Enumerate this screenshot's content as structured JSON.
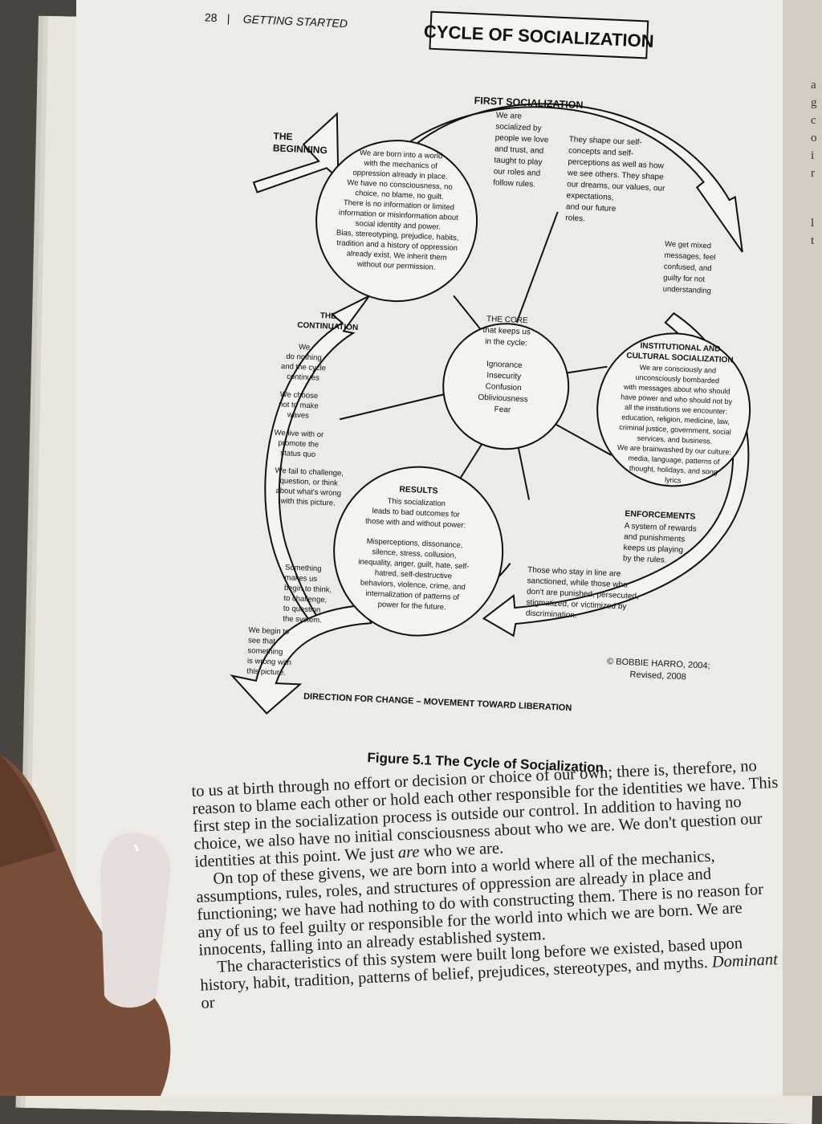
{
  "header": {
    "page_number": "28",
    "section": "GETTING STARTED"
  },
  "figure": {
    "title": "CYCLE OF SOCIALIZATION",
    "caption": "Figure 5.1 The Cycle of Socialization",
    "beginning": {
      "label": [
        "THE",
        "BEGINNING"
      ]
    },
    "beginning_circle": {
      "lines": [
        "We are born into a world",
        "with the mechanics of",
        "oppression already in place.",
        "We have no consciousness, no",
        "choice, no blame, no guilt.",
        "There is no information or limited",
        "information or misinformation about",
        "social identity and power.",
        "Bias, stereotyping, prejudice, habits,",
        "tradition and a history of oppression",
        "already exist. We inherit them",
        "without our permission."
      ]
    },
    "first_socialization": {
      "heading": "FIRST SOCIALIZATION",
      "col1": [
        "We are",
        "socialized by",
        "people we love",
        "and trust, and",
        "taught to play",
        "our roles and",
        "follow rules."
      ],
      "col2": [
        "They shape our self-",
        "concepts and self-",
        "perceptions as well as how",
        "we see others. They shape",
        "our dreams, our values, our",
        "expectations,",
        "and our future",
        "roles."
      ]
    },
    "messages": [
      "We get mixed",
      "messages, feel",
      "confused, and",
      "guilty for not",
      "understanding"
    ],
    "core": {
      "heading": [
        "THE CORE",
        "that keeps us",
        "in the cycle:"
      ],
      "items": [
        "Ignorance",
        "Insecurity",
        "Confusion",
        "Obliviousness",
        "Fear"
      ]
    },
    "institutional": {
      "heading": [
        "INSTITUTIONAL AND",
        "CULTURAL SOCIALIZATION"
      ],
      "lines": [
        "We are consciously and",
        "unconsciously bombarded",
        "with messages about who should",
        "have power and who should not by",
        "all the institutions we encounter:",
        "education, religion, medicine, law,",
        "criminal justice, government, social",
        "services, and business.",
        "We are brainwashed by our culture:",
        "media, language, patterns of",
        "thought, holidays, and song",
        "lyrics"
      ]
    },
    "enforcements": {
      "heading": "ENFORCEMENTS",
      "lines": [
        "A system of rewards",
        "and punishments",
        "keeps us playing",
        "by the rules.",
        "Those who stay in line are",
        "sanctioned, while those who",
        "don't are punished, persecuted,",
        "stigmatized, or victimized by",
        "discrimination."
      ]
    },
    "results": {
      "heading": "RESULTS",
      "lines": [
        "This socialization",
        "leads to bad outcomes for",
        "those with and without power:",
        "Misperceptions, dissonance,",
        "silence, stress, collusion,",
        "inequality, anger, guilt, hate, self-",
        "hatred, self-destructive",
        "behaviors, violence, crime, and",
        "internalization of patterns of",
        "power for the future."
      ]
    },
    "continuation": {
      "heading": [
        "THE",
        "CONTINUATION"
      ],
      "lines": [
        "We",
        "do nothing",
        "and the cycle",
        "continues",
        "We choose",
        "not to make",
        "waves",
        "We live with or",
        "promote the",
        "status quo",
        "We fail to challenge,",
        "question, or think",
        "about what's wrong",
        "with this picture."
      ]
    },
    "something": [
      "Something",
      "makes us",
      "begin to think,",
      "to challenge,",
      "to question",
      "the system."
    ],
    "begin_to_see": [
      "We begin to",
      "see that",
      "something",
      "is wrong with",
      "this picture."
    ],
    "direction": "DIRECTION FOR CHANGE – MOVEMENT TOWARD LIBERATION",
    "copyright": [
      "© BOBBIE HARRO, 2004;",
      "Revised, 2008"
    ]
  },
  "body": {
    "p1": "to us at birth through no effort or decision or choice of our own; there is, therefore, no reason to blame each other or hold each other responsible for the identities we have. This first step in the socialization process is outside our control. In addition to having no choice, we also have no initial consciousness about who we are. We don't question our identities at this point. We just",
    "p1_em": "are",
    "p1_end": "who we are.",
    "p2": "On top of these givens, we are born into a world where all of the mechanics, assumptions, rules, roles, and structures of oppression are already in place and functioning; we have had nothing to do with constructing them. There is no reason for any of us to feel guilty or responsible for the world into which we are born. We are innocents, falling into an already established system.",
    "p3": "The characteristics of this system were built long before we existed, based upon history, habit, tradition, patterns of belief, prejudices, stereotypes, and myths.",
    "p3_em": "Dominant",
    "p3_end": "or"
  },
  "right_page_letters": [
    "a",
    "g",
    "c",
    "o",
    "i",
    "r",
    "l",
    "t"
  ]
}
